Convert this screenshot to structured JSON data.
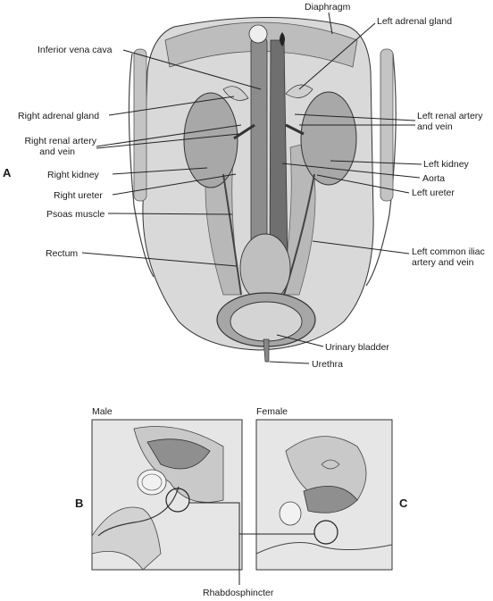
{
  "panels": {
    "a": {
      "letter": "A"
    },
    "b": {
      "letter": "B",
      "caption": "Male"
    },
    "c": {
      "letter": "C",
      "caption": "Female"
    }
  },
  "labels": {
    "diaphragm": "Diaphragm",
    "left_adrenal_gland": "Left adrenal gland",
    "inferior_vena_cava": "Inferior vena cava",
    "right_adrenal_gland": "Right adrenal gland",
    "left_renal_artery_vein_1": "Left renal artery",
    "left_renal_artery_vein_2": "and vein",
    "right_renal_artery_vein_1": "Right renal artery",
    "right_renal_artery_vein_2": "and vein",
    "right_kidney": "Right kidney",
    "left_kidney": "Left kidney",
    "aorta": "Aorta",
    "right_ureter": "Right ureter",
    "left_ureter": "Left ureter",
    "psoas_muscle": "Psoas muscle",
    "left_common_iliac_1": "Left common iliac",
    "left_common_iliac_2": "artery and vein",
    "rectum": "Rectum",
    "urinary_bladder": "Urinary bladder",
    "urethra": "Urethra",
    "rhabdosphincter": "Rhabdosphincter"
  }
}
